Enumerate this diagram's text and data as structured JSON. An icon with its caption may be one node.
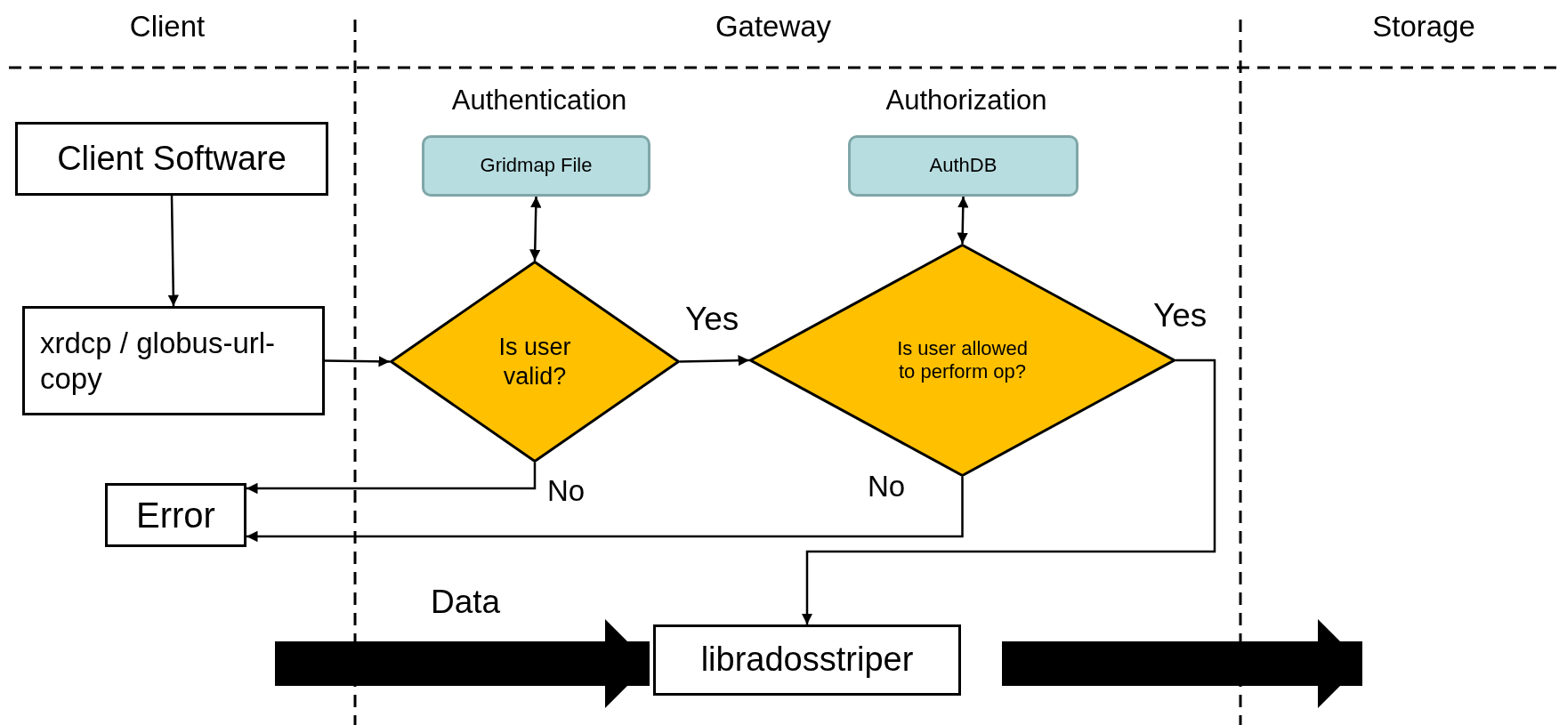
{
  "diagram": {
    "nodes": [
      {
        "text": [
          "Client Software"
        ]
      },
      {
        "text": [
          "xrdcp / globus-url-copy"
        ]
      },
      {
        "text": [
          "Gridmap File"
        ]
      },
      {
        "text": [
          "AuthDB"
        ]
      },
      {
        "text": [
          "Is user valid?"
        ]
      },
      {
        "text": [
          "Is user allowed to perform op?"
        ]
      },
      {
        "text": [
          "Error"
        ]
      },
      {
        "text": [
          "libradosstriper"
        ]
      }
    ],
    "edges": [
      {
        "from": 0,
        "to": 1,
        "arrow": "to"
      },
      {
        "from": 1,
        "to": 4,
        "arrow": "to"
      },
      {
        "from": 2,
        "to": 4,
        "arrow": "both"
      },
      {
        "from": 4,
        "to": 5,
        "arrow": "to",
        "label": "Yes"
      },
      {
        "from": 3,
        "to": 5,
        "arrow": "both"
      },
      {
        "from": 4,
        "to": 6,
        "arrow": "to",
        "label": "No"
      },
      {
        "from": 5,
        "to": 6,
        "arrow": "to",
        "label": "No"
      },
      {
        "from": 5,
        "to": 7,
        "arrow": "to",
        "label": "Yes"
      },
      {
        "from": null,
        "to": 7,
        "arrow": "to",
        "style": "thick"
      },
      {
        "from": 7,
        "to": null,
        "arrow": "to",
        "style": "thick"
      }
    ],
    "labels": [
      "Client",
      "Gateway",
      "Storage",
      "Authentication",
      "Authorization",
      "Data"
    ]
  }
}
